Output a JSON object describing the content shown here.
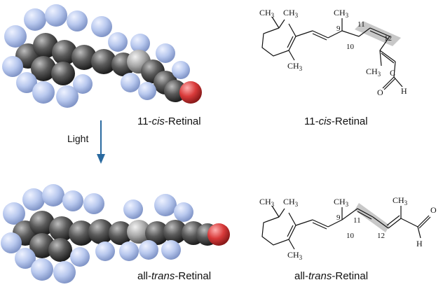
{
  "top": {
    "model_caption_prefix": "11-",
    "model_caption_italic": "cis",
    "model_caption_suffix": "-Retinal",
    "structure_caption_prefix": "11-",
    "structure_caption_italic": "cis",
    "structure_caption_suffix": "-Retinal"
  },
  "arrow": {
    "label": "Light"
  },
  "bottom": {
    "model_caption_prefix": "all-",
    "model_caption_italic": "trans",
    "model_caption_suffix": "-Retinal",
    "structure_caption_prefix": "all-",
    "structure_caption_italic": "trans",
    "structure_caption_suffix": "-Retinal"
  },
  "structure_labels": {
    "methyl": "CH",
    "subscript": "3",
    "carbon": "C",
    "oxygen": "O",
    "hydrogen": "H",
    "c9": "9",
    "c10": "10",
    "c11": "11",
    "c12": "12"
  },
  "colors": {
    "hydrogen": "#b8c8ee",
    "carbon": "#3c3c3c",
    "oxygen": "#d83a3a",
    "highlight": "#c8c8c8",
    "arrow": "#2a6aa0"
  }
}
